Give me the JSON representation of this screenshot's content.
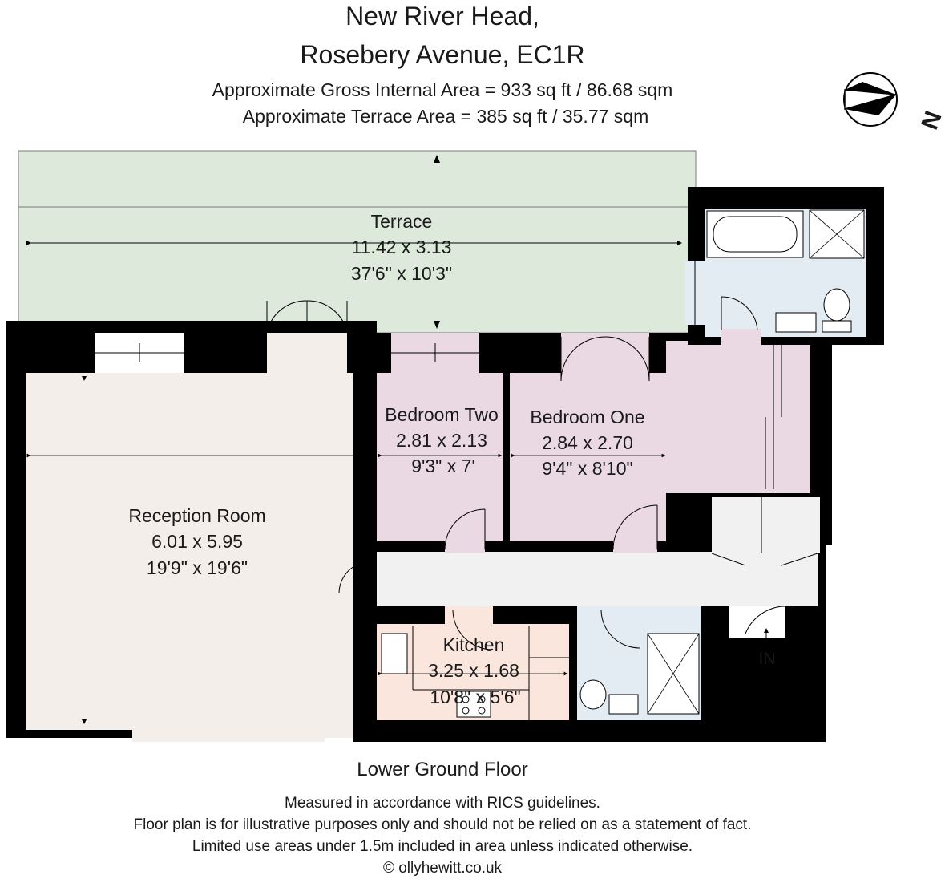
{
  "header": {
    "title_line1": "New River Head,",
    "title_line2": "Rosebery Avenue, EC1R",
    "gross_area": "Approximate Gross Internal Area = 933 sq ft / 86.68 sqm",
    "terrace_area": "Approximate Terrace Area = 385 sq ft / 35.77 sqm"
  },
  "compass": {
    "label": "N",
    "icon": "compass-icon"
  },
  "rooms": {
    "terrace": {
      "name": "Terrace",
      "metric": "11.42 x 3.13",
      "imperial": "37'6\" x 10'3\""
    },
    "bedroom_two": {
      "name": "Bedroom Two",
      "metric": "2.81 x 2.13",
      "imperial": "9'3\" x 7'"
    },
    "bedroom_one": {
      "name": "Bedroom One",
      "metric": "2.84 x 2.70",
      "imperial": "9'4\" x 8'10\""
    },
    "reception": {
      "name": "Reception Room",
      "metric": "6.01 x 5.95",
      "imperial": "19'9\" x 19'6\""
    },
    "kitchen": {
      "name": "Kitchen",
      "metric": "3.25 x 1.68",
      "imperial": "10'8\" x 5'6\""
    }
  },
  "entrance_label": "IN",
  "colors": {
    "terrace": "#ddeadb",
    "reception": "#f3eeea",
    "bedroom": "#ead9e3",
    "bathroom": "#e3ebf3",
    "kitchen": "#fbe6de",
    "hall": "#f1f1f1",
    "wall": "#000000"
  },
  "footer": {
    "floor_name": "Lower Ground Floor",
    "note1": "Measured in accordance with RICS guidelines.",
    "note2": "Floor plan is for illustrative purposes only and should not be relied on as a statement of fact.",
    "note3": "Limited use areas under 1.5m included in area unless indicated otherwise.",
    "copyright": "© ollyhewitt.co.uk"
  }
}
